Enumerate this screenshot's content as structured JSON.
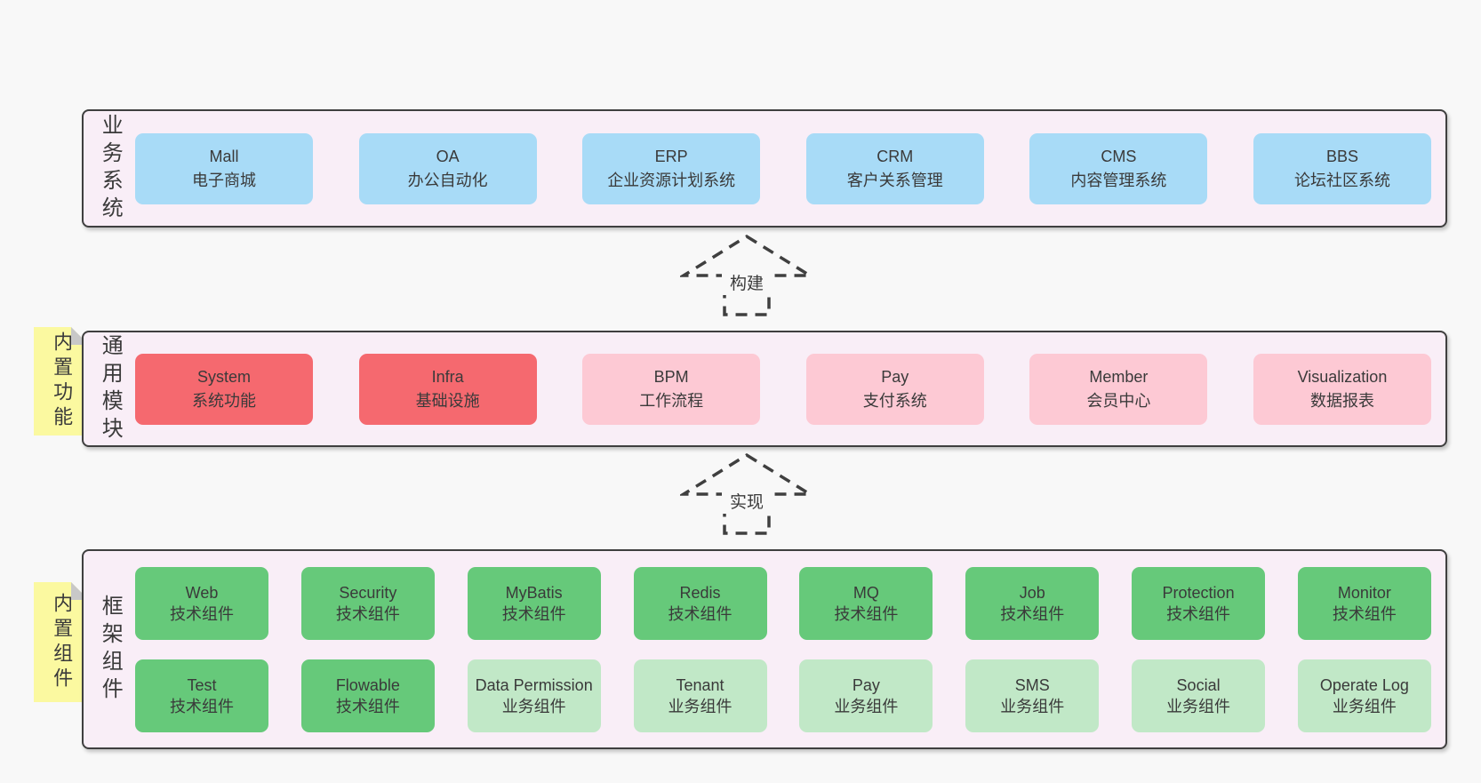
{
  "colors": {
    "page_bg": "#f8f8f8",
    "layer_bg": "#f9eef7",
    "border": "#3f3f3f",
    "text": "#3a3a3a",
    "blue": "#a8dbf7",
    "red": "#f5696f",
    "pink": "#fdc9d4",
    "green": "#66c97a",
    "lightgreen": "#c1e8c7",
    "note_yellow": "#fbf9a0",
    "note_fold": "#c8c8c8"
  },
  "arrows": [
    {
      "label": "构建"
    },
    {
      "label": "实现"
    }
  ],
  "layers": [
    {
      "side_label": "业务系统",
      "boxes": [
        {
          "title": "Mall",
          "subtitle": "电子商城",
          "variant": "blue"
        },
        {
          "title": "OA",
          "subtitle": "办公自动化",
          "variant": "blue"
        },
        {
          "title": "ERP",
          "subtitle": "企业资源计划系统",
          "variant": "blue"
        },
        {
          "title": "CRM",
          "subtitle": "客户关系管理",
          "variant": "blue"
        },
        {
          "title": "CMS",
          "subtitle": "内容管理系统",
          "variant": "blue"
        },
        {
          "title": "BBS",
          "subtitle": "论坛社区系统",
          "variant": "blue"
        }
      ]
    },
    {
      "side_label": "通用模块",
      "note": "内置功能",
      "boxes": [
        {
          "title": "System",
          "subtitle": "系统功能",
          "variant": "red"
        },
        {
          "title": "Infra",
          "subtitle": "基础设施",
          "variant": "red"
        },
        {
          "title": "BPM",
          "subtitle": "工作流程",
          "variant": "pink"
        },
        {
          "title": "Pay",
          "subtitle": "支付系统",
          "variant": "pink"
        },
        {
          "title": "Member",
          "subtitle": "会员中心",
          "variant": "pink"
        },
        {
          "title": "Visualization",
          "subtitle": "数据报表",
          "variant": "pink"
        }
      ]
    },
    {
      "side_label": "框架组件",
      "note": "内置组件",
      "rows": [
        [
          {
            "title": "Web",
            "subtitle": "技术组件",
            "variant": "green"
          },
          {
            "title": "Security",
            "subtitle": "技术组件",
            "variant": "green"
          },
          {
            "title": "MyBatis",
            "subtitle": "技术组件",
            "variant": "green"
          },
          {
            "title": "Redis",
            "subtitle": "技术组件",
            "variant": "green"
          },
          {
            "title": "MQ",
            "subtitle": "技术组件",
            "variant": "green"
          },
          {
            "title": "Job",
            "subtitle": "技术组件",
            "variant": "green"
          },
          {
            "title": "Protection",
            "subtitle": "技术组件",
            "variant": "green"
          },
          {
            "title": "Monitor",
            "subtitle": "技术组件",
            "variant": "green"
          }
        ],
        [
          {
            "title": "Test",
            "subtitle": "技术组件",
            "variant": "green"
          },
          {
            "title": "Flowable",
            "subtitle": "技术组件",
            "variant": "green"
          },
          {
            "title": "Data Permission",
            "subtitle": "业务组件",
            "variant": "lightgreen"
          },
          {
            "title": "Tenant",
            "subtitle": "业务组件",
            "variant": "lightgreen"
          },
          {
            "title": "Pay",
            "subtitle": "业务组件",
            "variant": "lightgreen"
          },
          {
            "title": "SMS",
            "subtitle": "业务组件",
            "variant": "lightgreen"
          },
          {
            "title": "Social",
            "subtitle": "业务组件",
            "variant": "lightgreen"
          },
          {
            "title": "Operate Log",
            "subtitle": "业务组件",
            "variant": "lightgreen"
          }
        ]
      ]
    }
  ]
}
